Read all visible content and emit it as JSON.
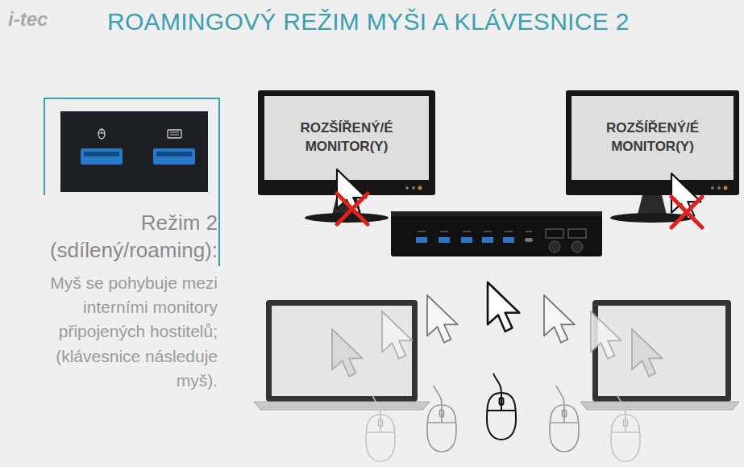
{
  "diagram": {
    "title": "ROAMINGOVÝ REŽIM MYŠI A KLÁVESNICE 2",
    "nodes": [
      {
        "text": [
          "ROZŠÍŘENÝ/É MONITOR(Y)"
        ]
      },
      {
        "text": [
          "ROZŠÍŘENÝ/É MONITOR(Y)"
        ]
      },
      {
        "text": [
          "Režim 2 (sdílený/roaming):",
          "Myš se pohybuje mezi interními monitory připojených hostitelů; (klávesnice následuje myš)."
        ]
      }
    ],
    "labels": [
      "i-tec"
    ]
  }
}
